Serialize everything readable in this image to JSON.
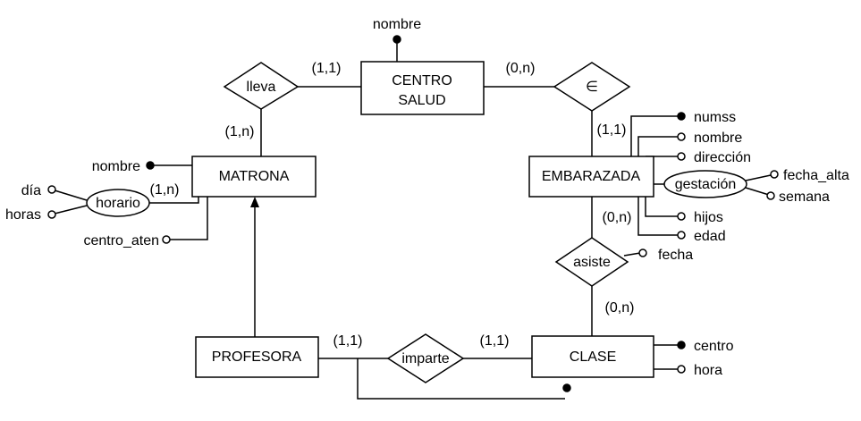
{
  "entities": {
    "centro_salud": {
      "line1": "CENTRO",
      "line2": "SALUD"
    },
    "matrona": "MATRONA",
    "embarazada": "EMBARAZADA",
    "profesora": "PROFESORA",
    "clase": "CLASE"
  },
  "relationships": {
    "lleva": "lleva",
    "pertenece": "∈",
    "asiste": "asiste",
    "imparte": "imparte"
  },
  "composite_attributes": {
    "horario": "horario",
    "gestacion": "gestación"
  },
  "attributes": {
    "centro_nombre": "nombre",
    "matrona_nombre": "nombre",
    "dia": "día",
    "horas": "horas",
    "centro_aten": "centro_aten",
    "numss": "numss",
    "emb_nombre": "nombre",
    "direccion": "dirección",
    "fecha_alta": "fecha_alta",
    "semana": "semana",
    "hijos": "hijos",
    "edad": "edad",
    "asiste_fecha": "fecha",
    "clase_centro": "centro",
    "clase_hora": "hora"
  },
  "cardinalities": {
    "lleva_centro": "(1,1)",
    "lleva_matrona": "(1,n)",
    "pert_centro": "(0,n)",
    "pert_emb": "(1,1)",
    "horario": "(1,n)",
    "asiste_emb": "(0,n)",
    "asiste_clase": "(0,n)",
    "imparte_prof": "(1,1)",
    "imparte_clase": "(1,1)"
  }
}
